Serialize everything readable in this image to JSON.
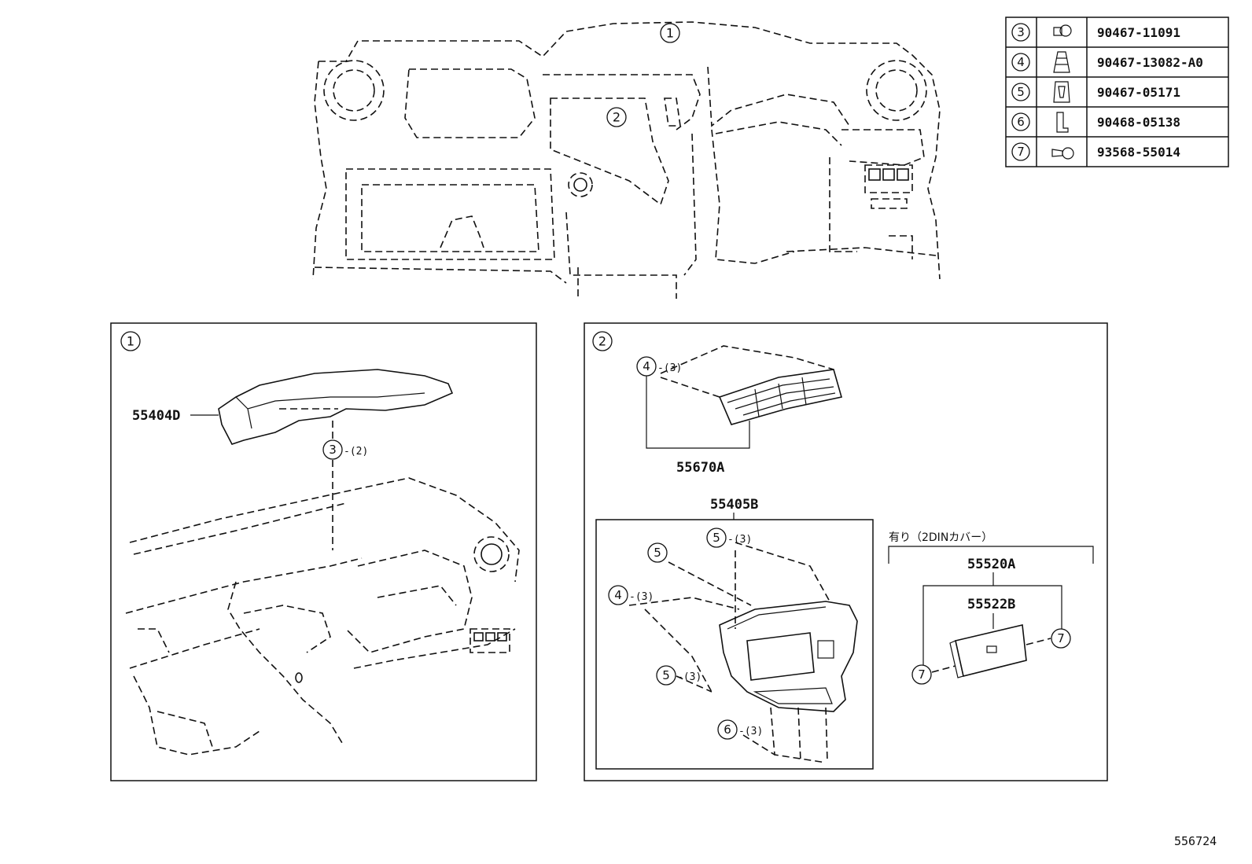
{
  "diagram_id": "556724",
  "parts_table": [
    {
      "ref": "3",
      "part_no": "90467-11091",
      "icon": "push-clip-icon"
    },
    {
      "ref": "4",
      "part_no": "90467-13082-A0",
      "icon": "fir-tree-clip-icon"
    },
    {
      "ref": "5",
      "part_no": "90467-05171",
      "icon": "spring-clip-icon"
    },
    {
      "ref": "6",
      "part_no": "90468-05138",
      "icon": "u-clip-icon"
    },
    {
      "ref": "7",
      "part_no": "93568-55014",
      "icon": "screw-icon"
    }
  ],
  "overview": {
    "callout_1": "1",
    "callout_2": "2"
  },
  "panel1": {
    "index": "1",
    "part_55404D": "55404D",
    "clip_ref": "3",
    "clip_qty": "-(2)"
  },
  "panel2": {
    "index": "2",
    "vent": {
      "part": "55670A",
      "clip_ref": "4",
      "clip_qty": "-(3)"
    },
    "bezel": {
      "part": "55405B",
      "c1_ref": "5",
      "c1_qty": "-(3)",
      "c2_ref": "5",
      "c3_ref": "4",
      "c3_qty": "-(3)",
      "c4_ref": "5",
      "c4_qty": "-(3)",
      "c5_ref": "6",
      "c5_qty": "-(3)"
    },
    "cover": {
      "condition": "有り（2DINカバー）",
      "part_a": "55520A",
      "part_b": "55522B",
      "screw_ref_left": "7",
      "screw_ref_right": "7"
    }
  }
}
